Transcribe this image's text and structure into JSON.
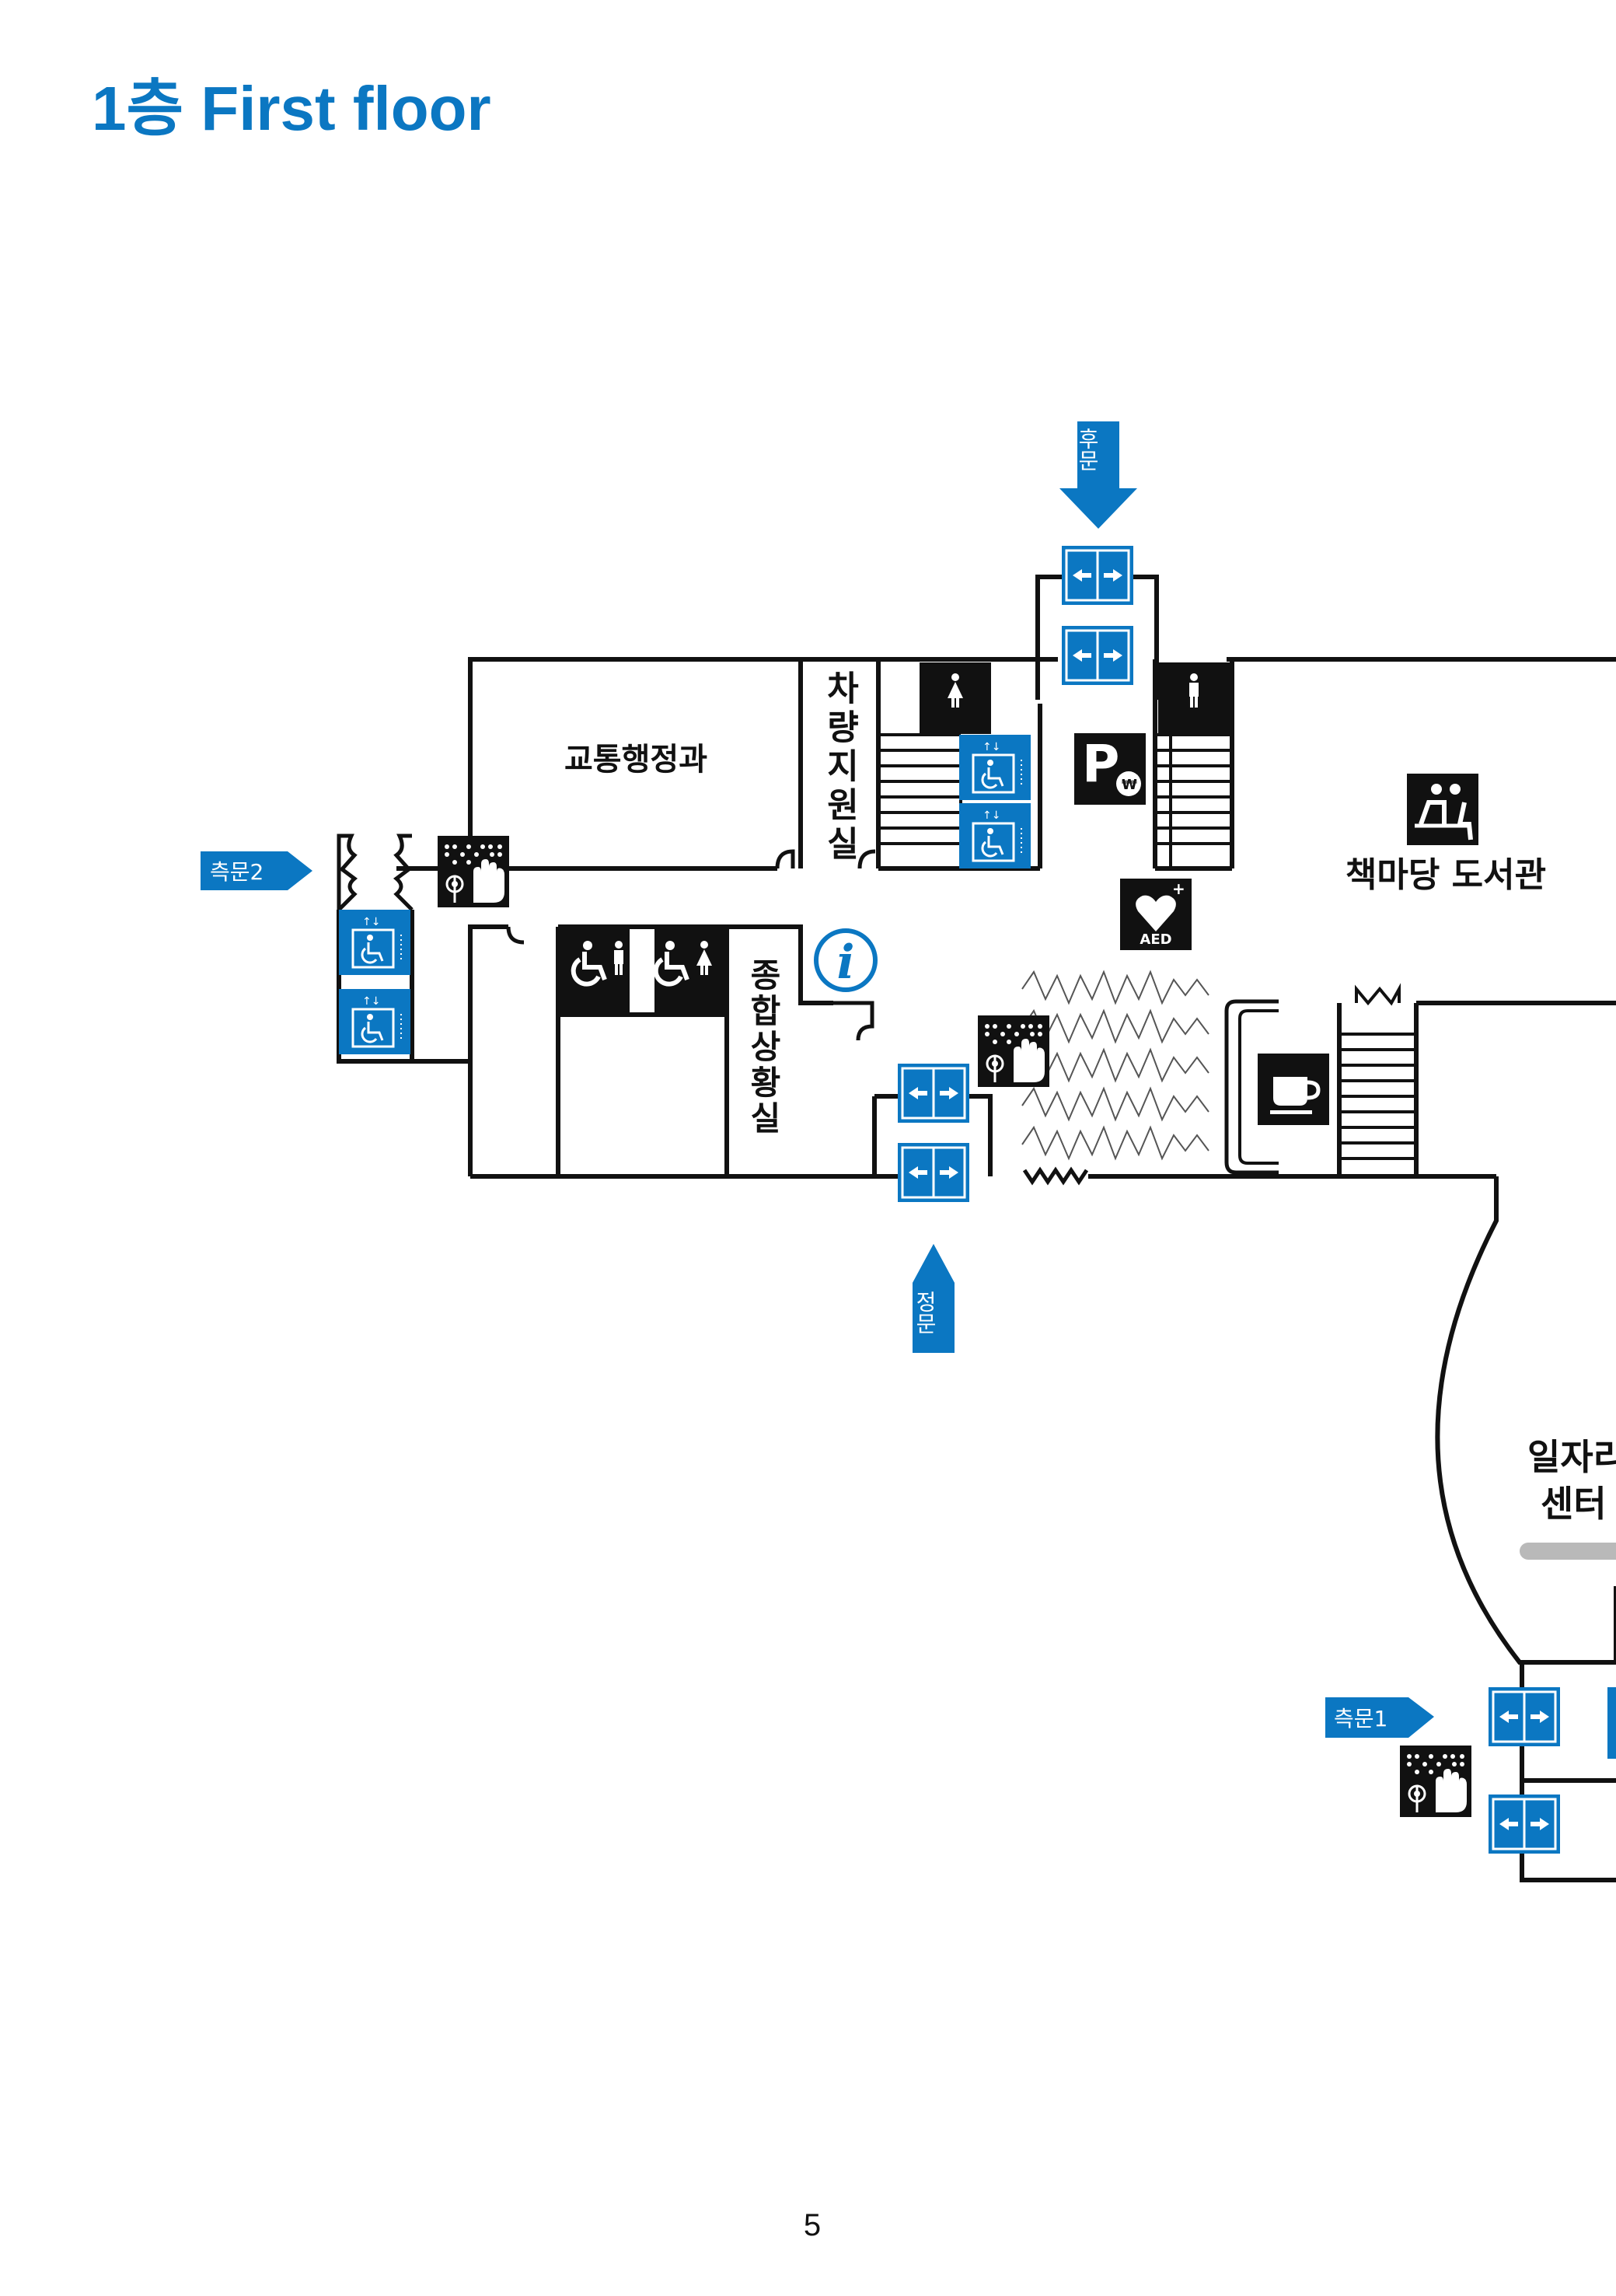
{
  "page": {
    "title_number": "1층",
    "title_text": " First floor",
    "page_number": "5",
    "accent_color": "#0b77c2"
  },
  "entrances": {
    "rear_gate": "후문",
    "main_gate": "정문",
    "side_gate_1": "측문1",
    "side_gate_2": "측문2"
  },
  "rooms": {
    "traffic_admin": "교통행정과",
    "vehicle_support": "차량지원실",
    "general_situation": "종합상황실",
    "library": "책마당 도서관",
    "job_center_line1": "일자리",
    "job_center_line2": "센터"
  },
  "icons": {
    "parking_fee": "parking-fee-icon",
    "aed": "AED",
    "information": "i",
    "elevator": "accessible-elevator-icon",
    "automatic_door": "automatic-door-icon",
    "tactile_guide": "tactile-map-icon",
    "cafe": "cafe-icon",
    "rest_area": "rest-area-icon",
    "restroom_female": "female-restroom-icon",
    "restroom_male": "male-restroom-icon"
  }
}
